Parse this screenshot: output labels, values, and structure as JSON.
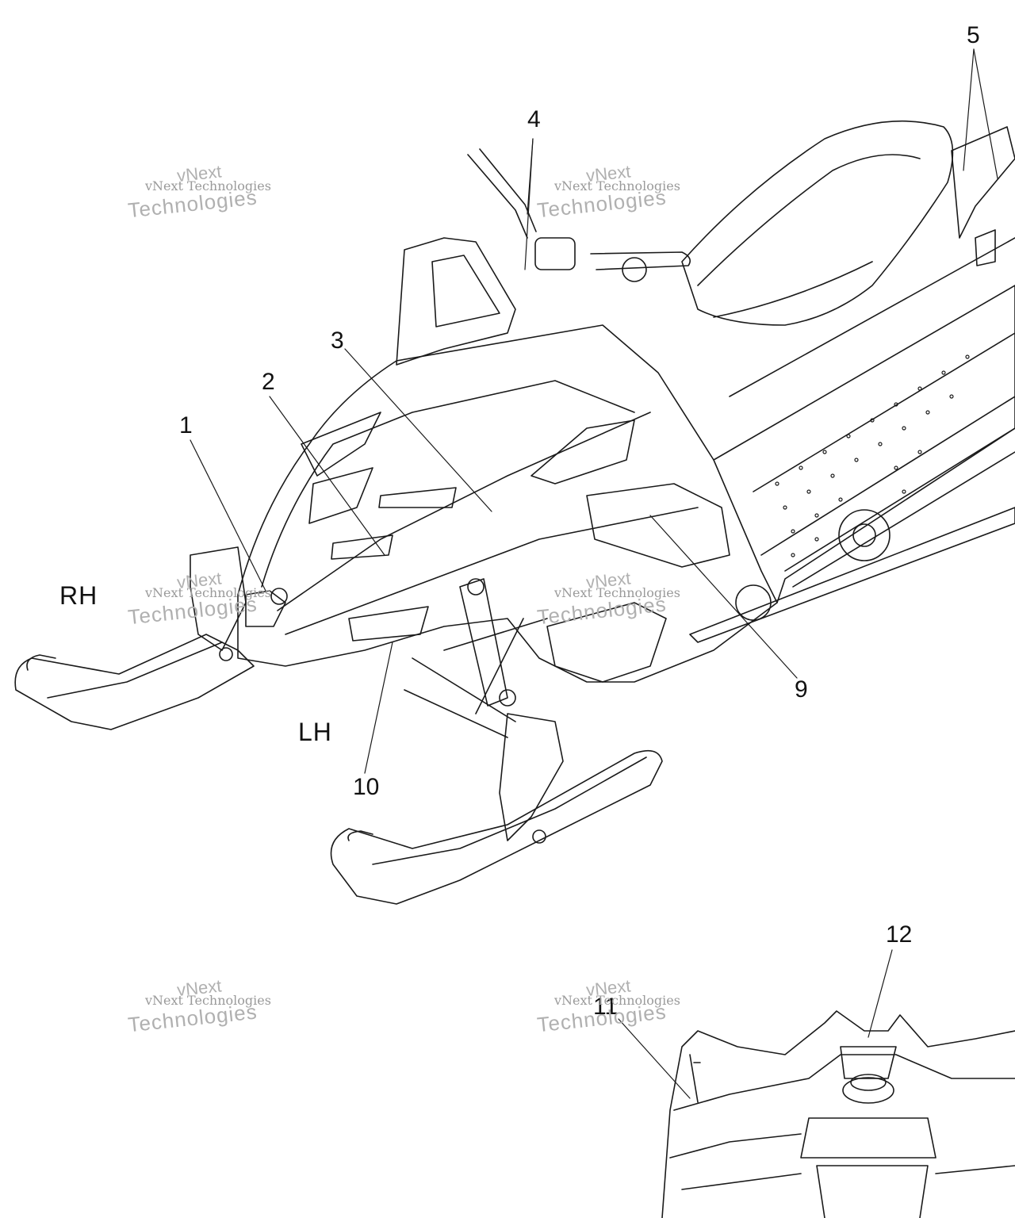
{
  "callouts": {
    "c1": "1",
    "c2": "2",
    "c3": "3",
    "c4": "4",
    "c5": "5",
    "c9": "9",
    "c10": "10",
    "c11": "11",
    "c12": "12"
  },
  "sides": {
    "rh": "RH",
    "lh": "LH"
  },
  "watermark": {
    "company": "vNext Technologies",
    "brand": "vNext",
    "word": "Technologies"
  },
  "colors": {
    "line": "#1a1a1a",
    "watermark": "#9a9a9a"
  }
}
